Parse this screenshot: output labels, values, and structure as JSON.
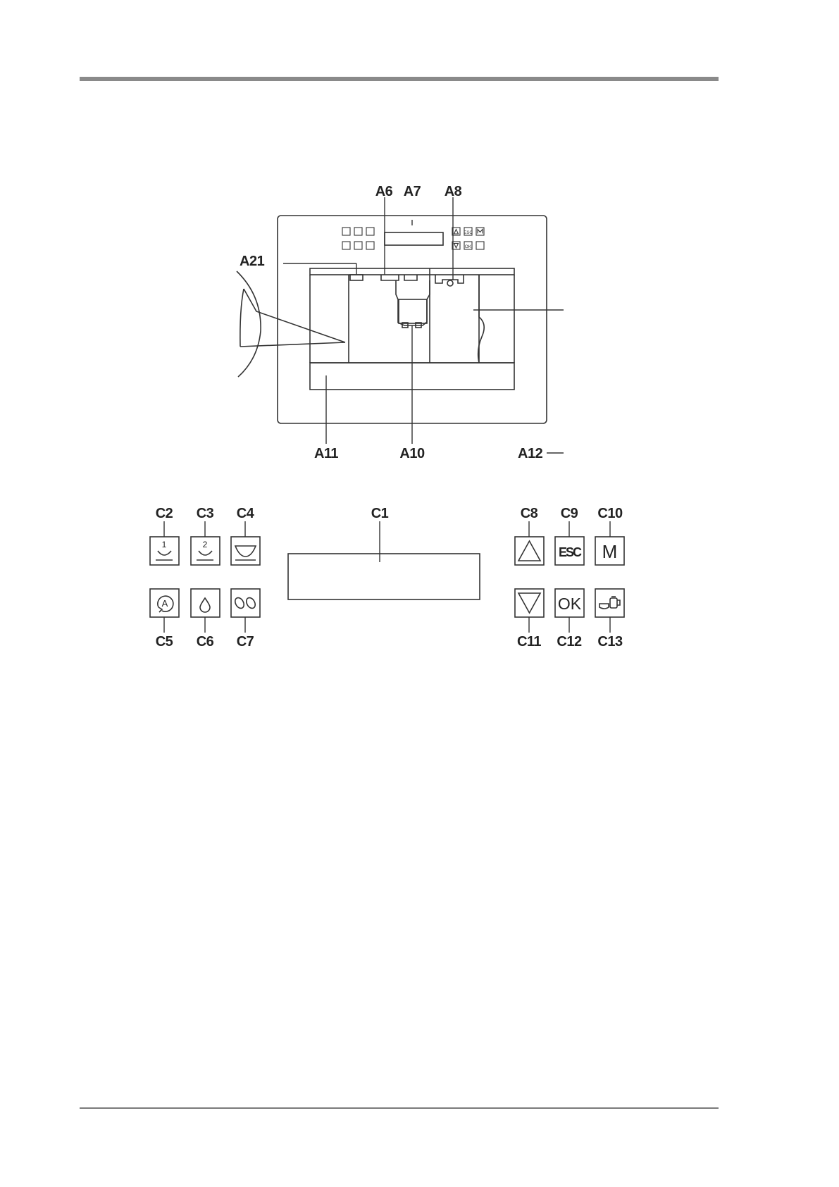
{
  "colors": {
    "ink": "#222222",
    "rule": "#8a8a8a"
  },
  "machine_labels": {
    "a6": "A6",
    "a7": "A7",
    "a8": "A8",
    "a21": "A21",
    "a11": "A11",
    "a10": "A10",
    "a12": "A12"
  },
  "panel_labels": {
    "c1": "C1",
    "c2": "C2",
    "c3": "C3",
    "c4": "C4",
    "c5": "C5",
    "c6": "C6",
    "c7": "C7",
    "c8": "C8",
    "c9": "C9",
    "c10": "C10",
    "c11": "C11",
    "c12": "C12",
    "c13": "C13"
  },
  "keys": {
    "one_cup": "1",
    "two_cups": "2",
    "auto": "A",
    "esc": "ESC",
    "menu": "M",
    "ok": "OK"
  },
  "icons": {
    "c2": "single-cup-icon",
    "c3": "double-cup-icon",
    "c4": "large-cup-icon",
    "c5": "auto-rinse-icon",
    "c6": "water-drop-icon",
    "c7": "coffee-beans-icon",
    "c8": "arrow-up-icon",
    "c11": "arrow-down-icon",
    "c13": "hot-water-icon"
  }
}
